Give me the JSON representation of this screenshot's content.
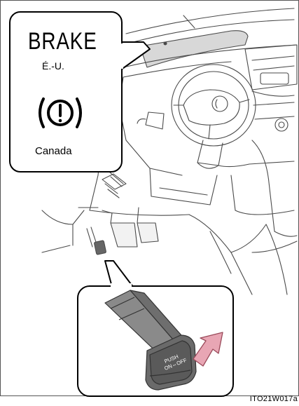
{
  "callout_top": {
    "brake_text": "BRAKE",
    "region_us_label": "É.-U.",
    "region_canada_label": "Canada",
    "warning_symbol_icon": "brake-warning-circle-exclamation-icon"
  },
  "callout_bottom": {
    "pedal_text_line1": "PUSH",
    "pedal_text_line2": "ON⇔OFF",
    "arrow_icon": "push-arrow-icon",
    "arrow_color": "#e8a6b4"
  },
  "figure_id": "ITO21W017a",
  "line_color": "#5a5a5a"
}
